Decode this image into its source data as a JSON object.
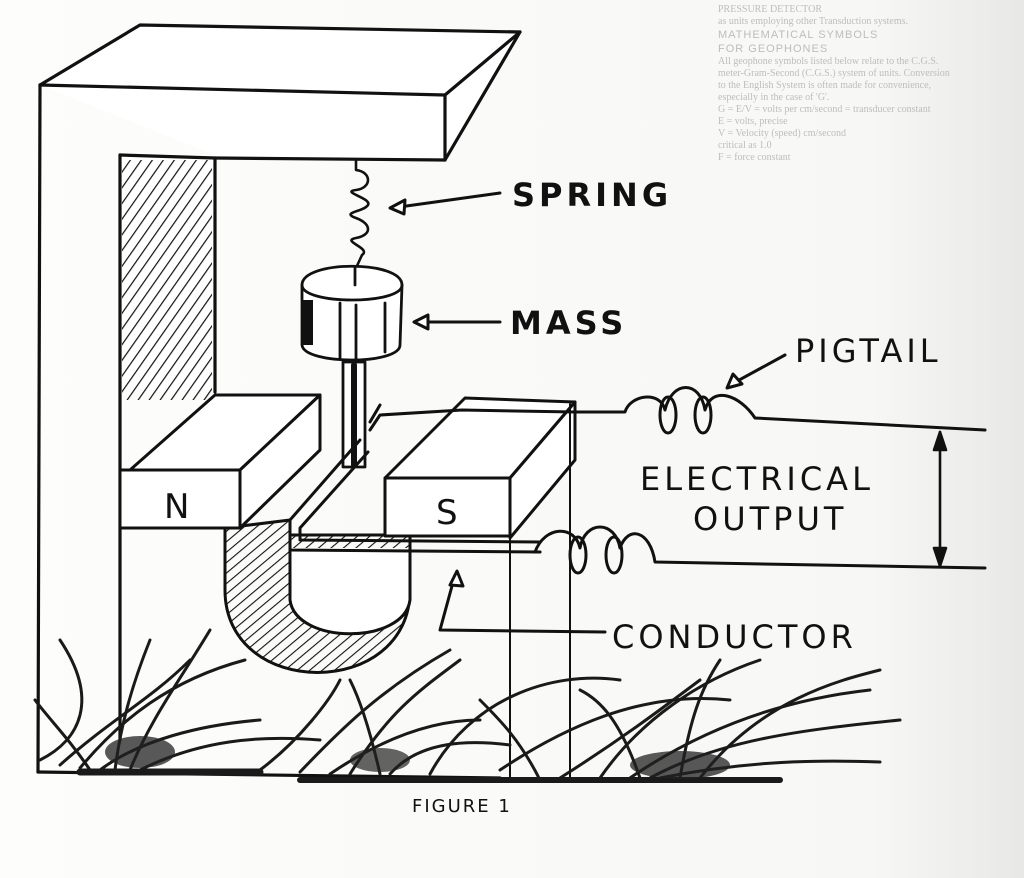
{
  "figure": {
    "caption": "FIGURE 1",
    "labels": {
      "spring": "SPRING",
      "mass": "MASS",
      "pigtail": "PIGTAIL",
      "electrical_output_line1": "ELECTRICAL",
      "electrical_output_line2": "OUTPUT",
      "conductor": "CONDUCTOR",
      "north_pole": "N",
      "south_pole": "S"
    }
  },
  "show_through_text": {
    "heading_line1": "MATHEMATICAL SYMBOLS",
    "heading_line2": "FOR GEOPHONES",
    "lines": [
      "PRESSURE DETECTOR",
      "as units employing other Transduction systems.",
      "All geophone symbols listed below relate to the C.G.S.",
      "meter-Gram-Second (C.G.S.) system of units. Conversion",
      "to the English System is often made for convenience,",
      "especially in the case of 'G'.",
      "G = E/V = volts per cm/second = transducer constant",
      "E = volts, precise",
      "V = Velocity (speed) cm/second",
      "critical as 1.0",
      "F = force constant"
    ]
  }
}
